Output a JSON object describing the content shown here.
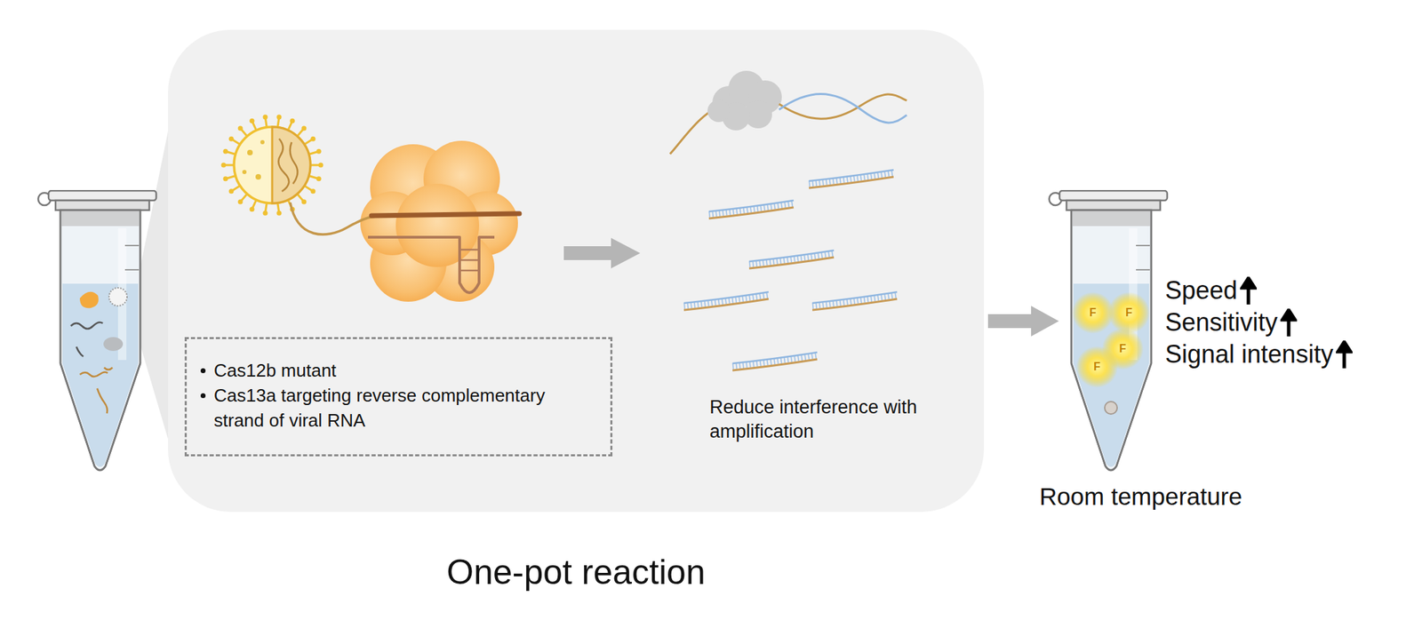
{
  "diagram": {
    "nodes": [
      {
        "text": [
          "One-pot reaction"
        ]
      },
      {
        "text": [
          "Cas12b mutant",
          "Cas13a targeting reverse complementary strand of viral RNA"
        ],
        "in": 0
      }
    ],
    "labels": [
      "Reduce interference with amplification",
      "F",
      "F",
      "F",
      "F",
      "Speed",
      "Sensitivity",
      "Signal intensity",
      "Room temperature"
    ]
  }
}
